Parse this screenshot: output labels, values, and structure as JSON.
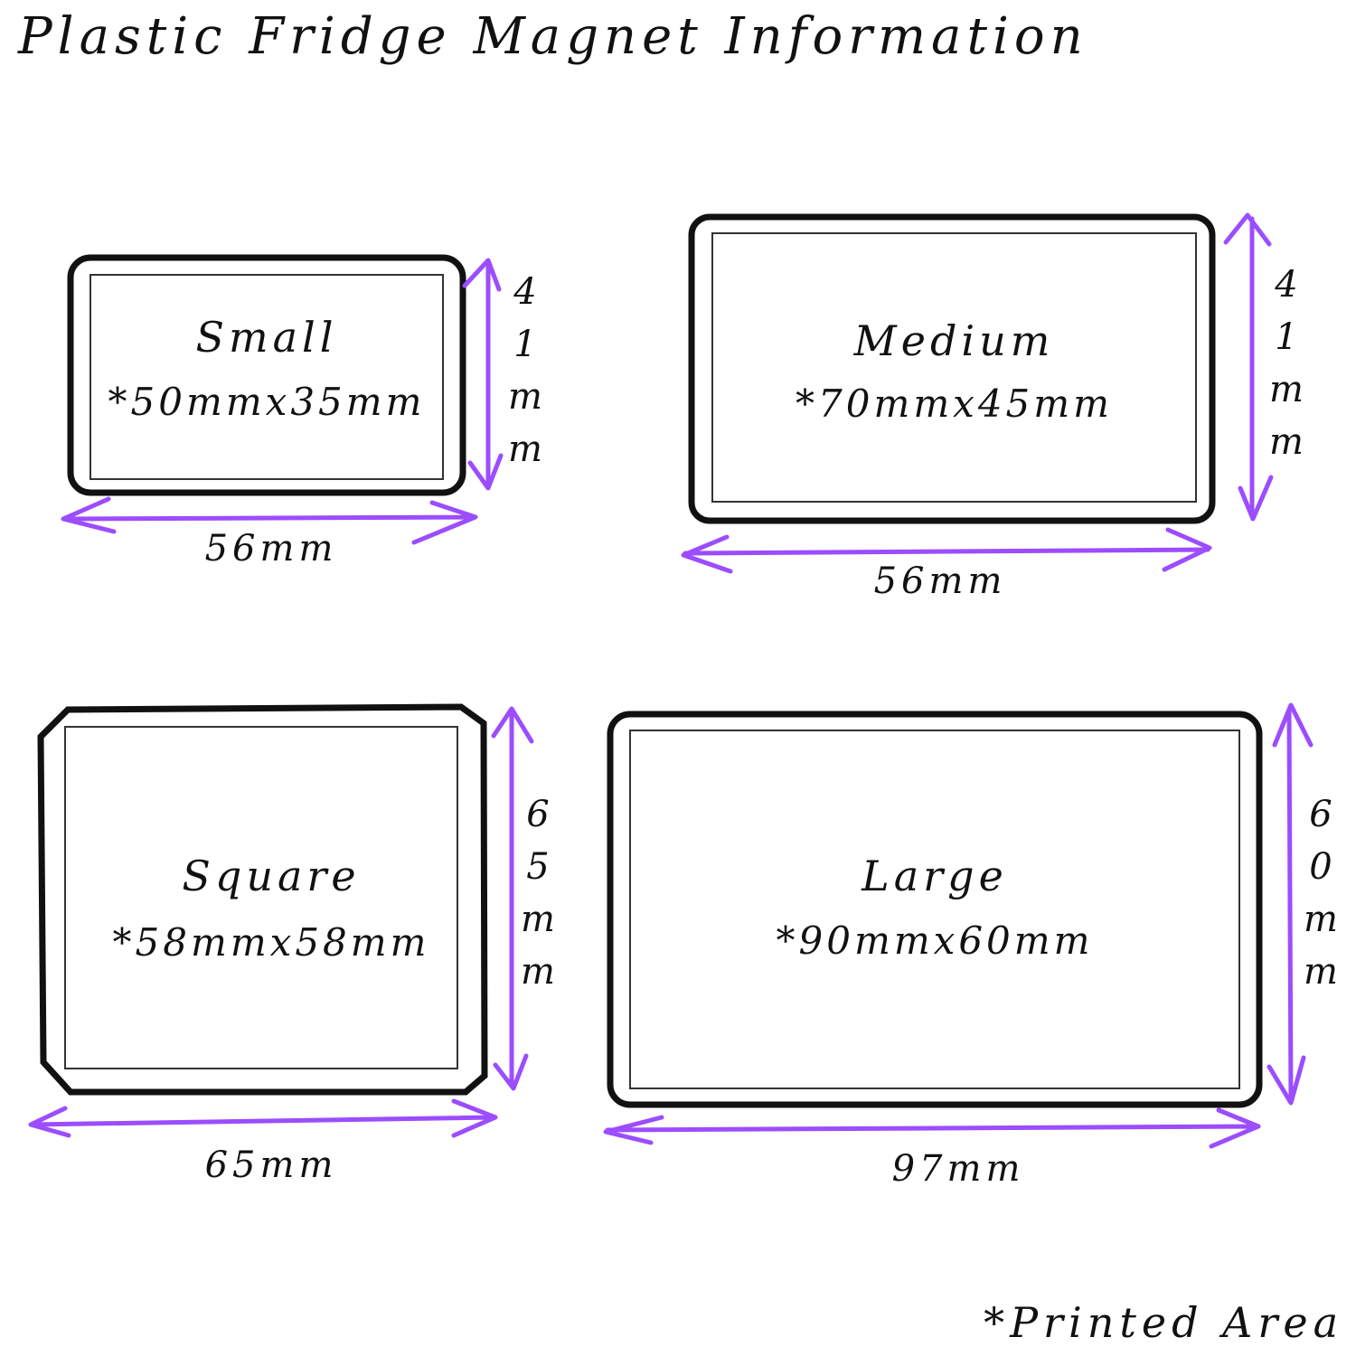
{
  "title": "Plastic Fridge Magnet Information",
  "accent_color": "#9b4dff",
  "magnets": [
    {
      "name": "Small",
      "printed_area": "*50mmx35mm",
      "width": "56mm",
      "height": "41mm"
    },
    {
      "name": "Medium",
      "printed_area": "*70mmx45mm",
      "width": "56mm",
      "height": "41mm"
    },
    {
      "name": "Square",
      "printed_area": "*58mmx58mm",
      "width": "65mm",
      "height": "65mm"
    },
    {
      "name": "Large",
      "printed_area": "*90mmx60mm",
      "width": "97mm",
      "height": "60mm"
    }
  ],
  "footnote": "*Printed Area"
}
